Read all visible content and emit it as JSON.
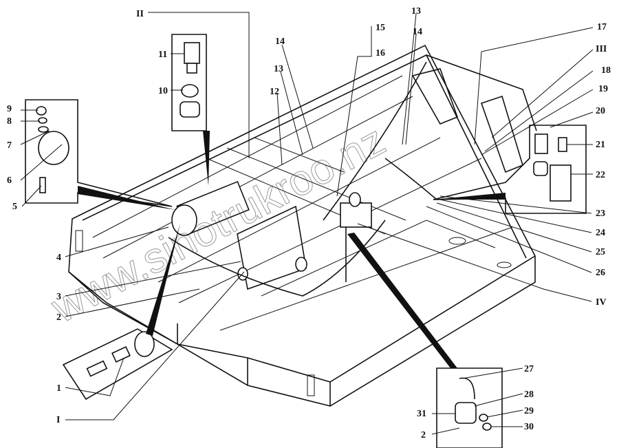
{
  "watermark": "www.sinotrukroo.nz",
  "callouts": {
    "II": "II",
    "I": "I",
    "III": "III",
    "IV": "IV",
    "p11": "11",
    "p10": "10",
    "p9": "9",
    "p8": "8",
    "p7": "7",
    "p6": "6",
    "p5": "5",
    "p4": "4",
    "p3": "3",
    "p2a": "2",
    "p1": "1",
    "p14a": "14",
    "p13a": "13",
    "p12": "12",
    "p15": "15",
    "p16": "16",
    "p13b": "13",
    "p14b": "14",
    "p17": "17",
    "p18": "18",
    "p19": "19",
    "p20": "20",
    "p21": "21",
    "p22": "22",
    "p23": "23",
    "p24": "24",
    "p25": "25",
    "p26": "26",
    "p27": "27",
    "p28": "28",
    "p29": "29",
    "p30": "30",
    "p31": "31",
    "p2b": "2"
  }
}
